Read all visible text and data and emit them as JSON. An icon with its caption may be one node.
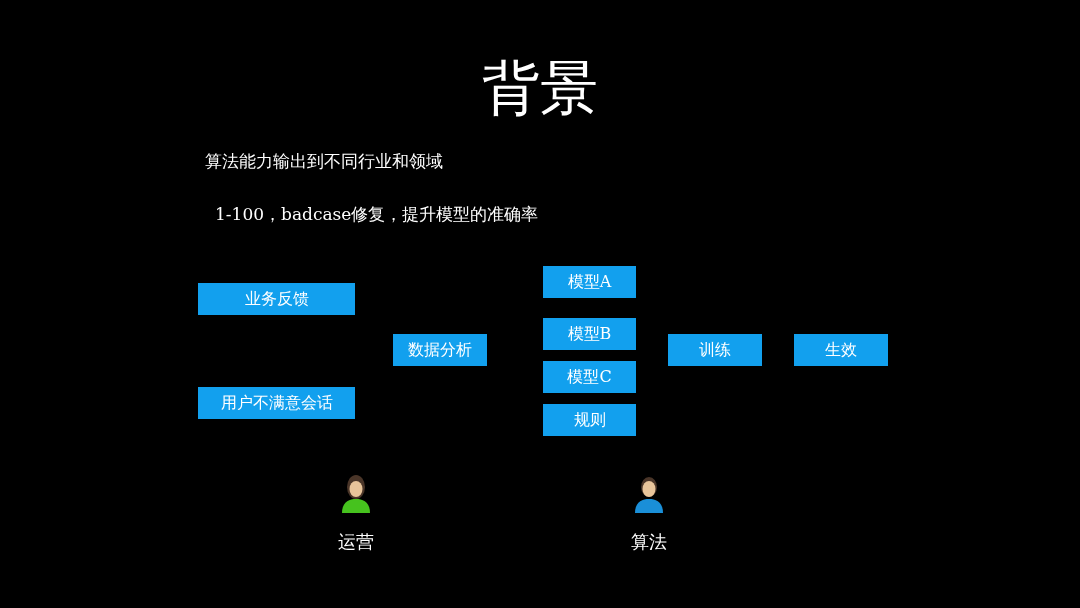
{
  "diagram": {
    "title": "背景",
    "nodes": [
      {
        "text": [
          "业务反馈"
        ]
      },
      {
        "text": [
          "用户不满意会话"
        ]
      },
      {
        "text": [
          "数据分析"
        ]
      },
      {
        "text": [
          "模型A"
        ]
      },
      {
        "text": [
          "模型B"
        ]
      },
      {
        "text": [
          "模型C"
        ]
      },
      {
        "text": [
          "规则"
        ]
      },
      {
        "text": [
          "训练"
        ]
      },
      {
        "text": [
          "生效"
        ]
      }
    ],
    "edges": [],
    "labels": [
      "算法能力输出到不同行业和领域",
      "1-100，badcase修复，提升模型的准确率",
      "运营",
      "算法"
    ]
  }
}
